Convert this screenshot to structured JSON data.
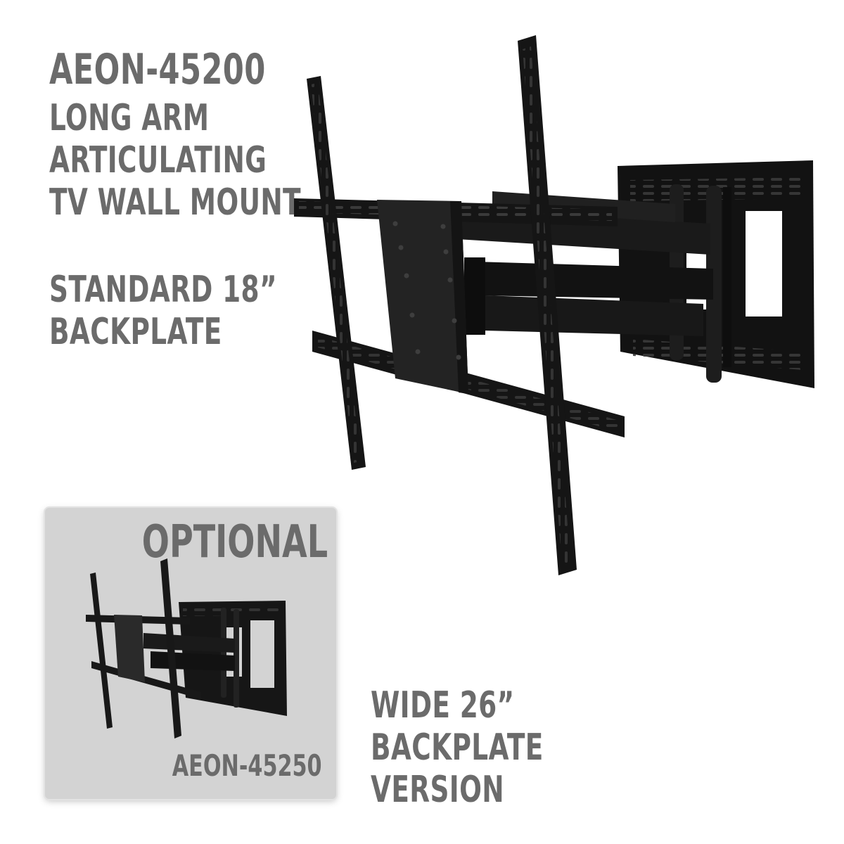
{
  "main": {
    "model": "AEON-45200",
    "subtitle_lines": [
      "LONG ARM",
      "ARTICULATING",
      "TV WALL MOUNT"
    ],
    "backplate_lines": [
      "STANDARD 18”",
      "BACKPLATE"
    ]
  },
  "optional": {
    "title": "OPTIONAL",
    "model": "AEON-45250",
    "description_lines": [
      "WIDE 26”",
      "BACKPLATE",
      "VERSION"
    ]
  },
  "colors": {
    "text": "#6b6b6b",
    "panel": "#d3d3d3",
    "mount_metal": "#151515"
  },
  "images": {
    "main_mount": "articulating-tv-mount-product-photo",
    "optional_mount": "wide-backplate-tv-mount-product-photo"
  }
}
